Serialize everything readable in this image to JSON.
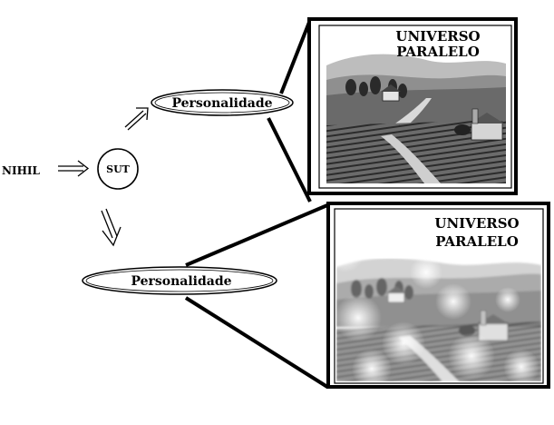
{
  "nodes": {
    "origin": "NIHIL",
    "center": "SUT",
    "upper_personality": "Personalidade",
    "lower_personality": "Personalidade"
  },
  "panels": {
    "upper": {
      "title_line1": "UNIVERSO",
      "title_line2": "PARALELO"
    },
    "lower": {
      "title_line1": "UNIVERSO",
      "title_line2": "PARALELO"
    }
  }
}
